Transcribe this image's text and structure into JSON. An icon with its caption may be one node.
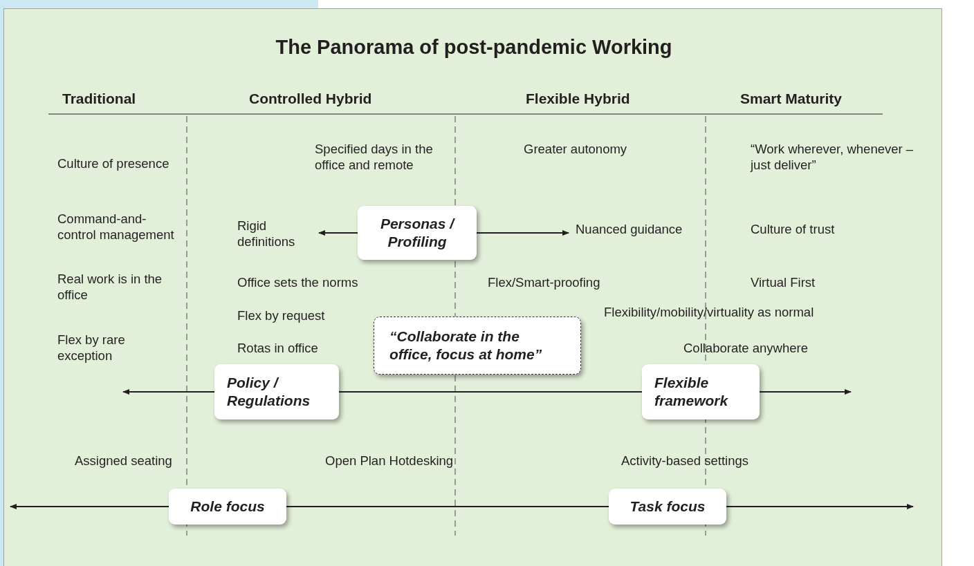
{
  "diagram": {
    "title": "The Panorama of post-pandemic Working",
    "nodes": [
      {
        "text": [
          "Rigid definitions"
        ]
      },
      {
        "text": [
          "Personas / Profiling"
        ]
      },
      {
        "text": [
          "Nuanced guidance"
        ]
      },
      {
        "text": [
          "“Collaborate in the office, focus at home”"
        ]
      },
      {
        "text": [
          "Policy / Regulations"
        ]
      },
      {
        "text": [
          "Flexible framework"
        ]
      },
      {
        "text": [
          "Role focus"
        ]
      },
      {
        "text": [
          "Task focus"
        ]
      }
    ],
    "edges": [
      {
        "from": 1,
        "to": 0,
        "arrow": "to"
      },
      {
        "from": 1,
        "to": 2,
        "arrow": "to"
      },
      {
        "from": 4,
        "to": null,
        "arrow": "to"
      },
      {
        "from": 4,
        "to": 5,
        "arrow": "none"
      },
      {
        "from": 5,
        "to": null,
        "arrow": "to"
      },
      {
        "from": 6,
        "to": null,
        "arrow": "to"
      },
      {
        "from": 6,
        "to": 7,
        "arrow": "none"
      },
      {
        "from": 7,
        "to": null,
        "arrow": "to"
      }
    ],
    "labels": [
      "Traditional",
      "Controlled Hybrid",
      "Flexible Hybrid",
      "Smart Maturity",
      "Culture of presence",
      "Specified days in the office and remote",
      "Greater autonomy",
      "“Work wherever, whenever – just deliver”",
      "Command-and-control management",
      "Culture of trust",
      "Real work is in the office",
      "Office sets the norms",
      "Flex/Smart-proofing",
      "Virtual First",
      "Flex by request",
      "Flexibility/mobility/virtuality as normal",
      "Flex by rare exception",
      "Rotas in office",
      "Collaborate anywhere",
      "Assigned seating",
      "Open Plan Hotdesking",
      "Activity-based settings"
    ]
  }
}
